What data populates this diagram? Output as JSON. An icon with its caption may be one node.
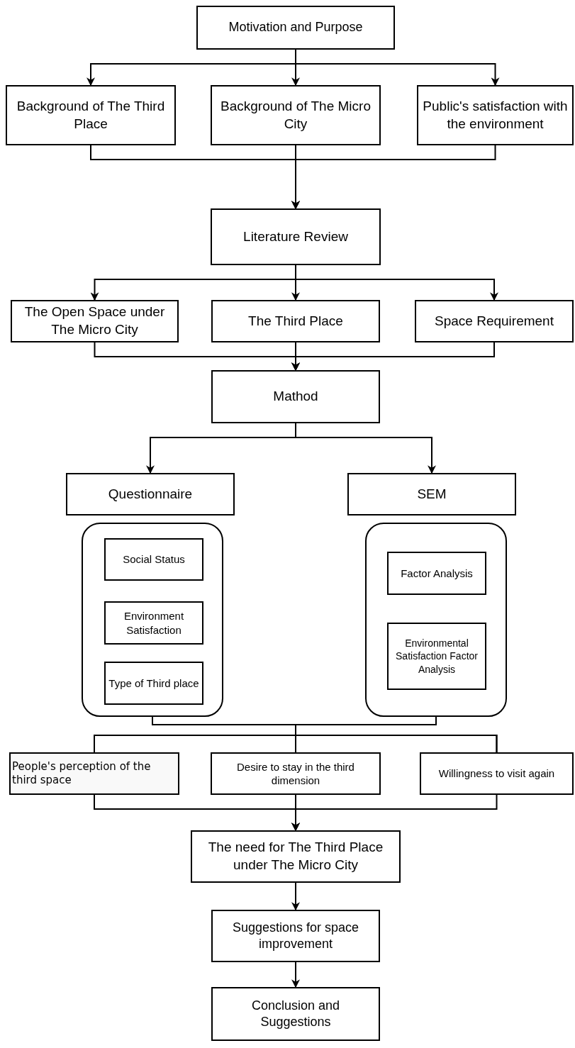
{
  "diagram": {
    "nodes": [
      {
        "text": [
          "Motivation and Purpose"
        ]
      },
      {
        "text": [
          "Background of The Third Place"
        ]
      },
      {
        "text": [
          "Background of The Micro City"
        ]
      },
      {
        "text": [
          "Public's satisfaction with the environment"
        ]
      },
      {
        "text": [
          "Literature Review"
        ]
      },
      {
        "text": [
          "The Open Space under The Micro City"
        ]
      },
      {
        "text": [
          "The Third Place"
        ]
      },
      {
        "text": [
          "Space Requirement"
        ]
      },
      {
        "text": [
          "Mathod"
        ]
      },
      {
        "text": [
          "Questionnaire"
        ]
      },
      {
        "text": [
          "SEM"
        ]
      },
      {
        "text": [],
        "shape": "box"
      },
      {
        "text": [
          "Social Status"
        ],
        "in": 11
      },
      {
        "text": [
          "Environment Satisfaction"
        ],
        "in": 11
      },
      {
        "text": [
          "Type of Third place"
        ],
        "in": 11
      },
      {
        "text": [],
        "shape": "box"
      },
      {
        "text": [
          "Factor Analysis"
        ],
        "in": 15
      },
      {
        "text": [
          "Environmental Satisfaction Factor Analysis"
        ],
        "in": 15
      },
      {
        "text": [
          "People's perception of the third space"
        ]
      },
      {
        "text": [
          "Desire to stay in the third dimension"
        ]
      },
      {
        "text": [
          "Willingness to visit again"
        ]
      },
      {
        "text": [
          "The need for The Third Place under The Micro City"
        ]
      },
      {
        "text": [
          "Suggestions for space improvement"
        ]
      },
      {
        "text": [
          "Conclusion and Suggestions"
        ]
      }
    ],
    "edges": [
      {
        "from": 0,
        "to": 1,
        "arrow": "to"
      },
      {
        "from": 0,
        "to": 2,
        "arrow": "to"
      },
      {
        "from": 0,
        "to": 3,
        "arrow": "to"
      },
      {
        "from": 1,
        "to": 4,
        "arrow": "to"
      },
      {
        "from": 2,
        "to": 4,
        "arrow": "to"
      },
      {
        "from": 3,
        "to": 4,
        "arrow": "to"
      },
      {
        "from": 4,
        "to": 5,
        "arrow": "to"
      },
      {
        "from": 4,
        "to": 6,
        "arrow": "to"
      },
      {
        "from": 4,
        "to": 7,
        "arrow": "to"
      },
      {
        "from": 5,
        "to": 8,
        "arrow": "to"
      },
      {
        "from": 6,
        "to": 8,
        "arrow": "to"
      },
      {
        "from": 7,
        "to": 8,
        "arrow": "to"
      },
      {
        "from": 8,
        "to": 9,
        "arrow": "to"
      },
      {
        "from": 8,
        "to": 10,
        "arrow": "to"
      },
      {
        "from": 11,
        "to": 18,
        "arrow": "none"
      },
      {
        "from": 11,
        "to": 19,
        "arrow": "none"
      },
      {
        "from": 11,
        "to": 20,
        "arrow": "none"
      },
      {
        "from": 15,
        "to": 18,
        "arrow": "none"
      },
      {
        "from": 15,
        "to": 19,
        "arrow": "none"
      },
      {
        "from": 15,
        "to": 20,
        "arrow": "none"
      },
      {
        "from": 18,
        "to": 21,
        "arrow": "to"
      },
      {
        "from": 19,
        "to": 21,
        "arrow": "to"
      },
      {
        "from": 20,
        "to": 21,
        "arrow": "to"
      },
      {
        "from": 21,
        "to": 22,
        "arrow": "to"
      },
      {
        "from": 22,
        "to": 23,
        "arrow": "to"
      }
    ]
  }
}
